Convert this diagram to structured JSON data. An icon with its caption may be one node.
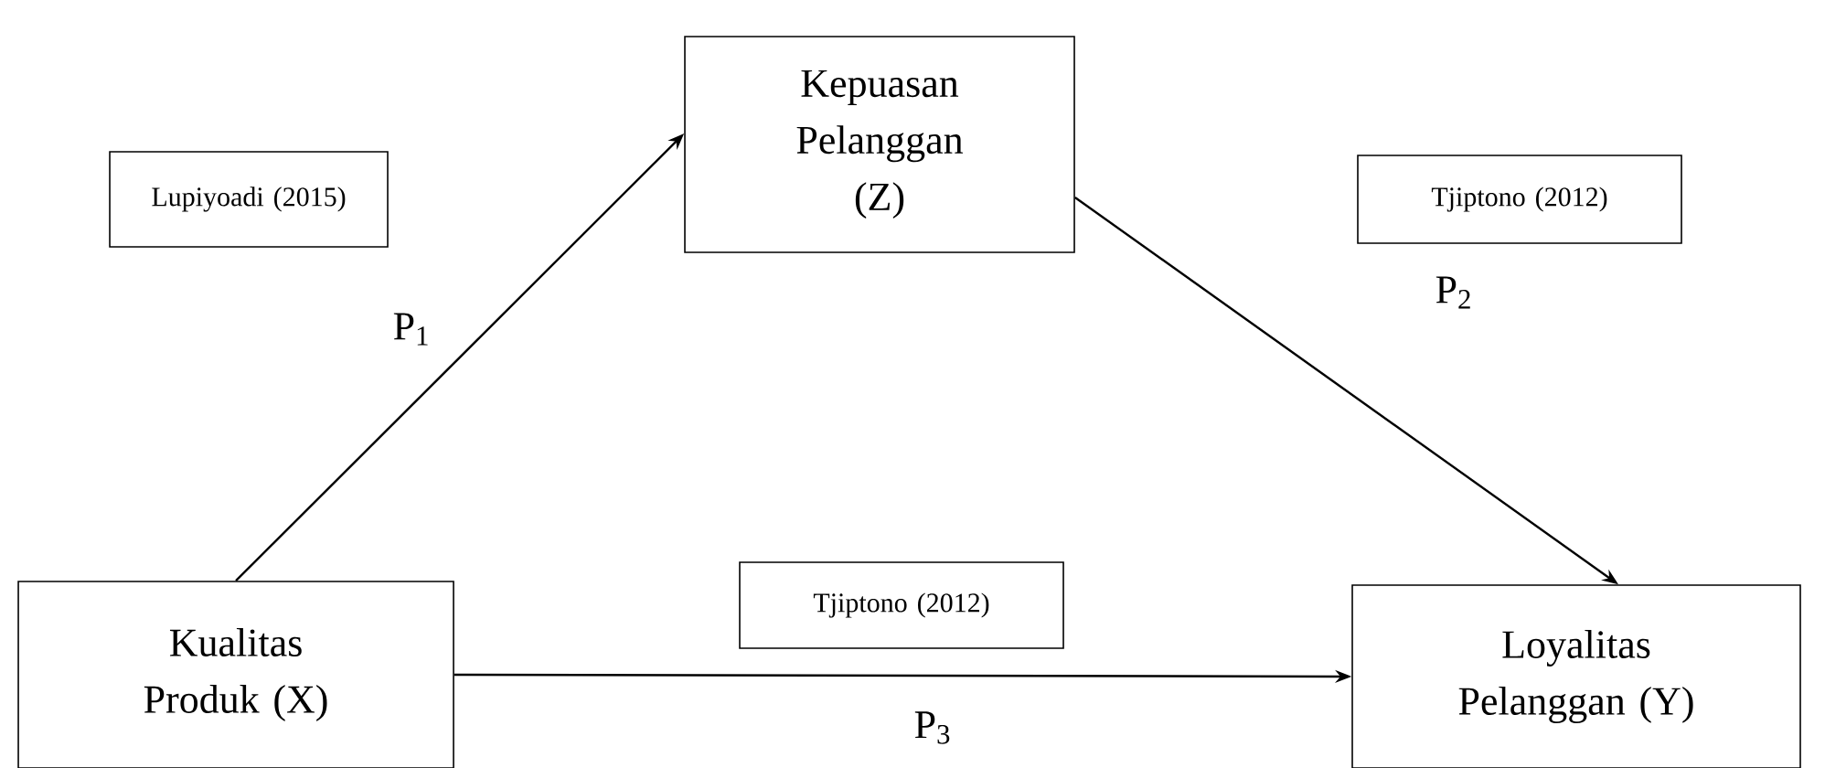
{
  "diagram": {
    "nodes": [
      {
        "text": [
          "Kepuasan Pelanggan (Z)"
        ]
      },
      {
        "text": [
          "Lupiyoadi (2015)"
        ]
      },
      {
        "text": [
          "Tjiptono (2012)"
        ]
      },
      {
        "text": [
          "Kualitas Produk (X)"
        ]
      },
      {
        "text": [
          "Tjiptono (2012)"
        ]
      },
      {
        "text": [
          "Loyalitas Pelanggan (Y)"
        ]
      }
    ],
    "edges": [
      {
        "from": 3,
        "to": 0,
        "arrow": "to",
        "label": "P$_{1}$"
      },
      {
        "from": 0,
        "to": 5,
        "arrow": "to",
        "label": "P$_{2}$"
      },
      {
        "from": 3,
        "to": 5,
        "arrow": "to",
        "label": "P$_{3}$"
      }
    ]
  }
}
